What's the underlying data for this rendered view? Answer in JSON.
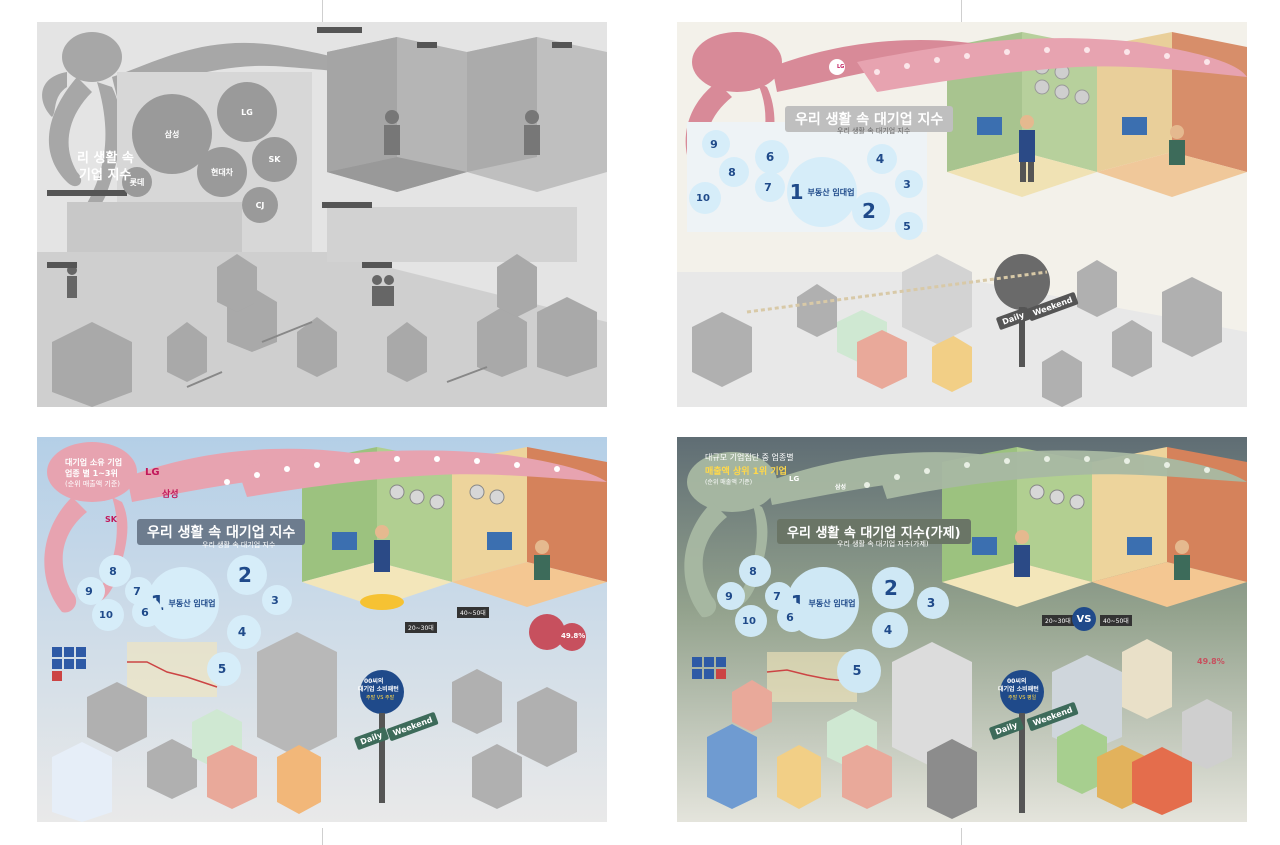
{
  "panels": {
    "p1": {
      "title_line1": "리 생활 속",
      "title_line2": "기업 지수",
      "circles": [
        "삼성",
        "LG",
        "SK",
        "현대차",
        "CJ",
        "롯데"
      ]
    },
    "p2": {
      "title": "우리 생활 속 대기업 지수",
      "subtitle": "우리 생활 속 대기업 지수",
      "logo": "LG",
      "bubbles": [
        {
          "rank": "1",
          "label": "부동산 임대업"
        },
        {
          "rank": "2",
          "label": ""
        },
        {
          "rank": "3",
          "label": ""
        },
        {
          "rank": "4",
          "label": ""
        },
        {
          "rank": "5",
          "label": ""
        },
        {
          "rank": "6",
          "label": ""
        },
        {
          "rank": "7",
          "label": ""
        },
        {
          "rank": "8",
          "label": ""
        },
        {
          "rank": "9",
          "label": ""
        },
        {
          "rank": "10",
          "label": ""
        }
      ],
      "sign_daily": "Daily",
      "sign_weekend": "Weekend"
    },
    "p3": {
      "intro_line1": "대기업 소유 기업",
      "intro_line2": "업종 별 1~3위",
      "intro_line3": "(순위 매출액 기준)",
      "logo_lg": "LG",
      "logo_samsung": "삼성",
      "logo_sk": "SK",
      "title": "우리 생활 속 대기업 지수",
      "subtitle": "우리 생활 속 대기업 지수",
      "bubble1": "부동산 임대업",
      "signpost_line1": "00씨의",
      "signpost_line2": "대기업 소비패턴",
      "signpost_line3": "주말 VS 주말",
      "sign_daily": "Daily",
      "sign_weekend": "Weekend",
      "age1": "20~30대",
      "age2": "40~50대",
      "pct1": "49.8%"
    },
    "p4": {
      "intro_line1": "대규모 기업집단 중 업종별",
      "intro_line2": "매출액 상위 1위 기업",
      "intro_line3": "(순위 매출액 기준)",
      "logo_lg": "LG",
      "logo_samsung": "삼성",
      "title": "우리 생활 속 대기업 지수(가제)",
      "subtitle": "우리 생활 속 대기업 지수(가제)",
      "bubble1": "부동산 임대업",
      "vs_left": "20~30대",
      "vs": "VS",
      "vs_right": "40~50대",
      "signpost_line1": "00씨의",
      "signpost_line2": "대기업 소비패턴",
      "signpost_line3": "주말 VS 평일",
      "sign_daily": "Daily",
      "sign_weekend": "Weekend",
      "pct1": "49.8%"
    }
  },
  "colors": {
    "p1_bg": "#e4e4e4",
    "p2_bg": "#f3f1ea",
    "p3_bg": "#cfe0ef",
    "p4_bg": "#8c9a86",
    "octopus_gray": "#a7a7a7",
    "octopus_pink": "#d88a98",
    "octopus_rose": "#e7a3b0",
    "octopus_green": "#a8b9a3",
    "bubble_blue": "#bfe2f5",
    "accent_blue": "#1f4a8a",
    "sign_green": "#3d6b5a"
  }
}
